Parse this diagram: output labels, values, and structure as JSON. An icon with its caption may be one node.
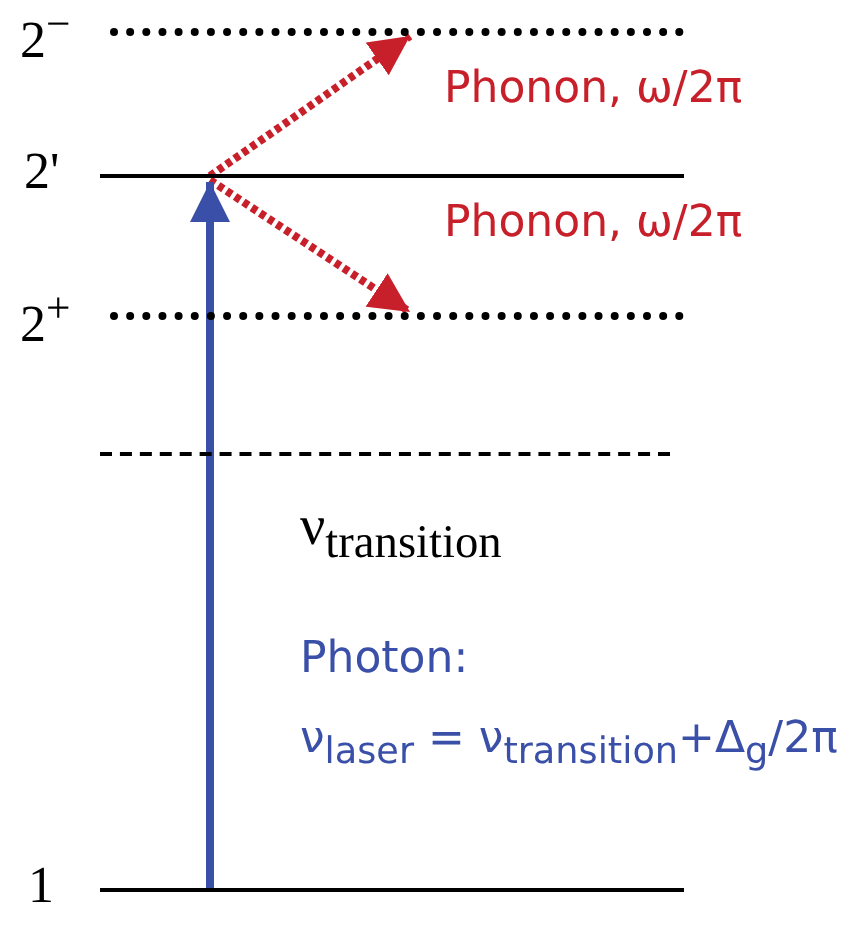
{
  "diagram": {
    "nodes": [
      {
        "text": [],
        "shape": "bar",
        "beside": [
          "2$^{−}$"
        ]
      },
      {
        "text": [],
        "shape": "bar",
        "beside": [
          "2'"
        ]
      },
      {
        "text": [],
        "shape": "bar",
        "beside": [
          "2$^{+}$"
        ]
      },
      {
        "text": [],
        "shape": "bar",
        "beside": [
          "ν$_{transition}$"
        ]
      },
      {
        "text": [],
        "shape": "bar",
        "beside": [
          "1"
        ]
      }
    ],
    "edges": [
      {
        "from": 1,
        "to": 0,
        "arrow": "to",
        "label": "Phonon, ω/2π",
        "style": "dashed",
        "color": "#c8202a"
      },
      {
        "from": 1,
        "to": 2,
        "arrow": "to",
        "label": "Phonon, ω/2π",
        "style": "dashed",
        "color": "#c8202a"
      },
      {
        "from": 4,
        "to": 1,
        "arrow": "to",
        "label": "Photon: ν$_{laser}$ = ν$_{transition}$+Δ$_{g}$/2π",
        "color": "#3a4fa8"
      }
    ]
  }
}
